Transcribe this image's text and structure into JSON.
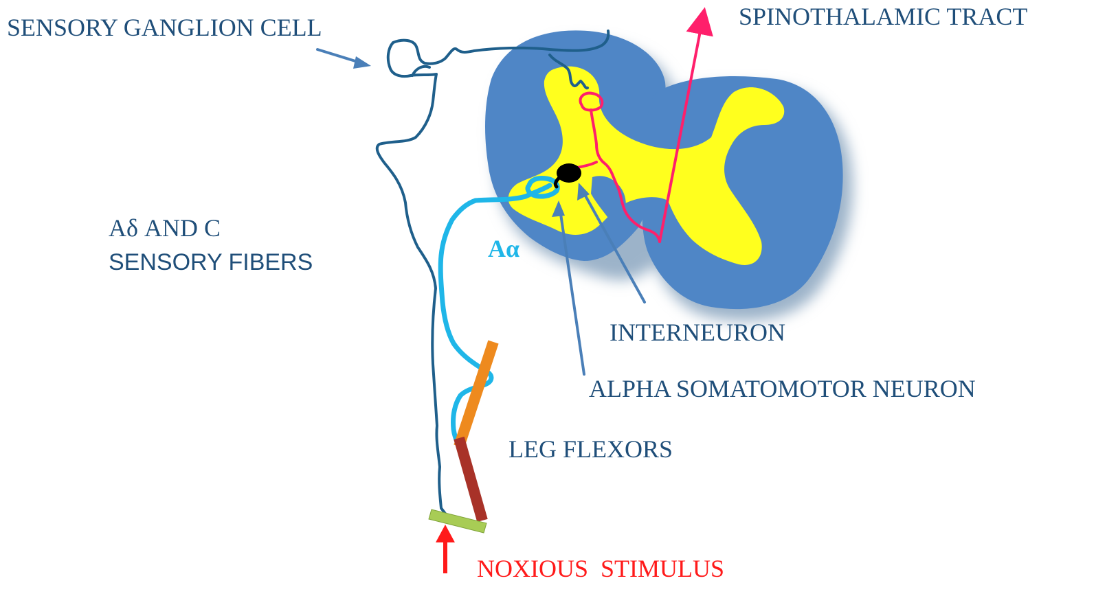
{
  "labels": {
    "sensory_ganglion_cell": "SENSORY GANGLION CELL",
    "spinothalamic_tract": "SPINOTHALAMIC TRACT",
    "fibers_line1": "Aδ AND C",
    "fibers_line2": "SENSORY FIBERS",
    "a_alpha": "Aα",
    "interneuron": "INTERNEURON",
    "alpha_somatomotor_neuron": "ALPHA SOMATOMOTOR NEURON",
    "leg_flexors": "LEG FLEXORS",
    "noxious_stimulus": "NOXIOUS  STIMULUS"
  },
  "colors": {
    "label_text": "#1f4e79",
    "a_alpha_text": "#1fb6e8",
    "stimulus_text": "#ff1a1a",
    "cord_white_matter": "#4f86c6",
    "cord_shadow": "#9cb3c9",
    "gray_matter": "#ffff1e",
    "ad_c_fiber": "#1f5f8b",
    "a_alpha_fiber": "#1fb6e8",
    "spinothalamic_fiber": "#ff1f6b",
    "interneuron_body": "#000000",
    "pointer_arrow": "#4a7fb8",
    "stimulus_arrow": "#ff1a1a",
    "muscle_upper": "#ee8a1e",
    "muscle_lower": "#a83228",
    "skin_patch": "#a8cc55"
  }
}
